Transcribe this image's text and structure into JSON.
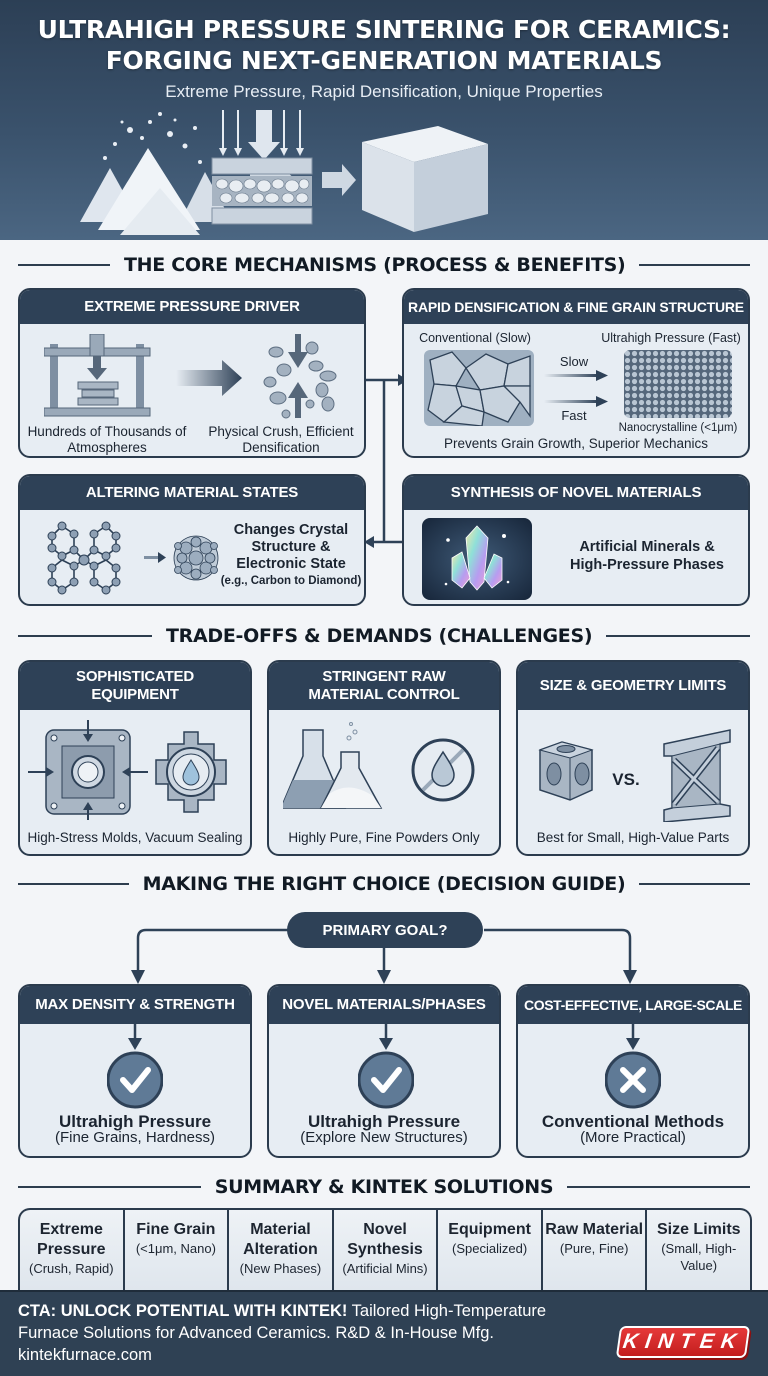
{
  "hero": {
    "title_line1": "ULTRAHIGH PRESSURE SINTERING FOR CERAMICS:",
    "title_line2": "FORGING NEXT-GENERATION MATERIALS",
    "subtitle": "Extreme Pressure, Rapid Densification, Unique Properties",
    "illustration_steps": [
      "powder-pile-icon",
      "press-compaction-icon",
      "dense-cube-icon"
    ]
  },
  "mechanisms": {
    "section_title": "THE CORE MECHANISMS (PROCESS & BENEFITS)",
    "extreme_pressure": {
      "header": "EXTREME PRESSURE DRIVER",
      "left_caption": "Hundreds of Thousands of Atmospheres",
      "right_caption": "Physical Crush, Efficient Densification"
    },
    "rapid_densification": {
      "header": "RAPID DENSIFICATION & FINE GRAIN STRUCTURE",
      "left_label": "Conventional (Slow)",
      "right_label": "Ultrahigh Pressure (Fast)",
      "arrow_slow": "Slow",
      "arrow_fast": "Fast",
      "nano_label": "Nanocrystalline (<1μm)",
      "footer": "Prevents Grain Growth, Superior Mechanics"
    },
    "altering_states": {
      "header": "ALTERING MATERIAL STATES",
      "line1": "Changes Crystal",
      "line2": "Structure &",
      "line3": "Electronic State",
      "example": "(e.g., Carbon to Diamond)"
    },
    "novel_synthesis": {
      "header": "SYNTHESIS OF NOVEL MATERIALS",
      "line1": "Artificial Minerals &",
      "line2": "High-Pressure Phases"
    }
  },
  "challenges": {
    "section_title": "TRADE-OFFS & DEMANDS (CHALLENGES)",
    "items": [
      {
        "header_l1": "SOPHISTICATED",
        "header_l2": "EQUIPMENT",
        "caption": "High-Stress Molds, Vacuum Sealing"
      },
      {
        "header_l1": "STRINGENT RAW",
        "header_l2": "MATERIAL CONTROL",
        "caption": "Highly Pure, Fine Powders Only"
      },
      {
        "header_l1": "SIZE & GEOMETRY LIMITS",
        "header_l2": "",
        "caption": "Best for Small, High-Value Parts",
        "vs_label": "VS."
      }
    ]
  },
  "decision": {
    "section_title": "MAKING THE RIGHT CHOICE (DECISION GUIDE)",
    "root": "PRIMARY GOAL?",
    "options": [
      {
        "header": "MAX DENSITY & STRENGTH",
        "result": "Ultrahigh Pressure",
        "detail": "(Fine Grains, Hardness)",
        "verdict": "check"
      },
      {
        "header": "NOVEL MATERIALS/PHASES",
        "result": "Ultrahigh Pressure",
        "detail": "(Explore New Structures)",
        "verdict": "check"
      },
      {
        "header": "COST-EFFECTIVE, LARGE-SCALE",
        "result": "Conventional Methods",
        "detail": "(More Practical)",
        "verdict": "cross"
      }
    ]
  },
  "summary": {
    "section_title": "SUMMARY & KINTEK SOLUTIONS",
    "cells": [
      {
        "title": "Extreme Pressure",
        "sub": "(Crush, Rapid)"
      },
      {
        "title": "Fine Grain",
        "sub": "(<1μm, Nano)"
      },
      {
        "title": "Material Alteration",
        "sub": "(New Phases)"
      },
      {
        "title": "Novel Synthesis",
        "sub": "(Artificial Mins)"
      },
      {
        "title": "Equipment",
        "sub": "(Specialized)"
      },
      {
        "title": "Raw Material",
        "sub": "(Pure, Fine)"
      },
      {
        "title": "Size Limits",
        "sub": "(Small, High-Value)"
      }
    ]
  },
  "cta": {
    "bold": "CTA: UNLOCK POTENTIAL WITH KINTEK!",
    "text1": " Tailored High-Temperature",
    "text2": "Furnace Solutions for Advanced Ceramics. R&D & In-House Mfg.",
    "url": "kintekfurnace.com",
    "logo": "KINTEK"
  },
  "colors": {
    "navy": "#2e4157",
    "card_bg": "#e7edf3",
    "page_bg": "#f3f5f8",
    "logo_red": "#d42a2a"
  }
}
